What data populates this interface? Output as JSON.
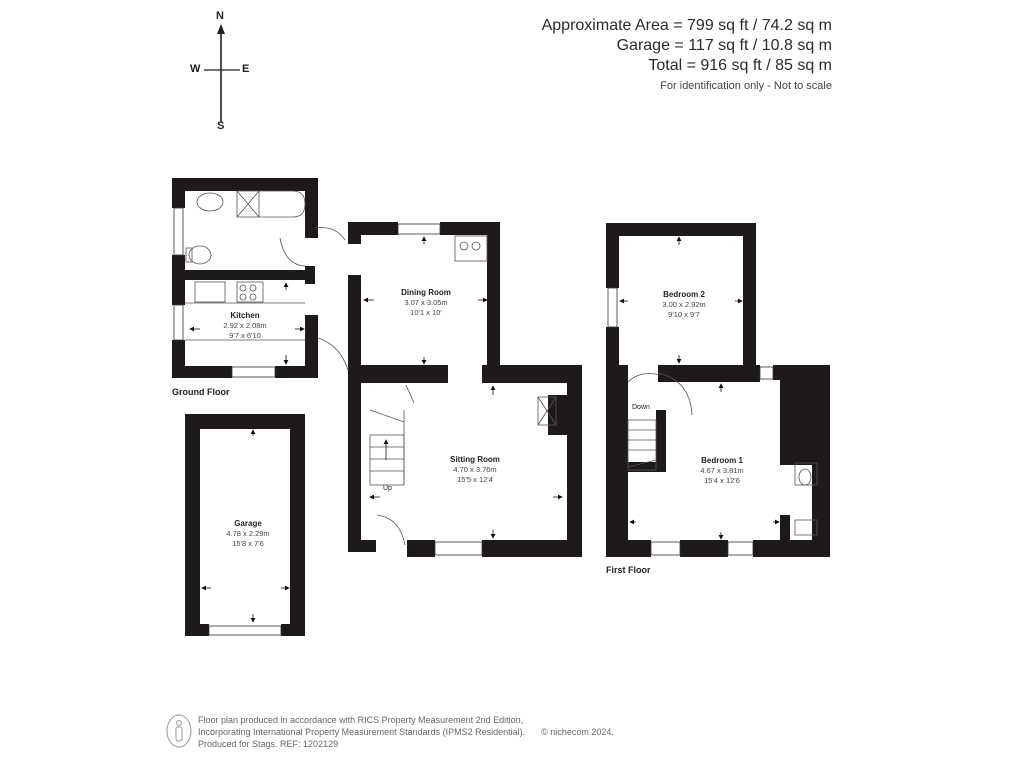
{
  "header": {
    "area_lines": [
      "Approximate Area = 799 sq ft / 74.2 sq m",
      "Garage = 117 sq ft / 10.8 sq m",
      "Total = 916 sq ft / 85 sq m"
    ],
    "note": "For identification only - Not to scale"
  },
  "compass": {
    "n": "N",
    "s": "S",
    "e": "E",
    "w": "W"
  },
  "floors": {
    "ground": "Ground Floor",
    "first": "First Floor"
  },
  "rooms": {
    "kitchen": {
      "name": "Kitchen",
      "metric": "2.92 x 2.08m",
      "imperial": "9'7 x 6'10"
    },
    "dining": {
      "name": "Dining Room",
      "metric": "3.07 x 3.05m",
      "imperial": "10'1 x 10'"
    },
    "sitting": {
      "name": "Sitting Room",
      "metric": "4.70 x 3.76m",
      "imperial": "15'5 x 12'4"
    },
    "garage": {
      "name": "Garage",
      "metric": "4.78 x 2.29m",
      "imperial": "15'8 x 7'6"
    },
    "bedroom2": {
      "name": "Bedroom 2",
      "metric": "3.00 x 2.92m",
      "imperial": "9'10 x 9'7"
    },
    "bedroom1": {
      "name": "Bedroom 1",
      "metric": "4.67 x 3.81m",
      "imperial": "15'4 x 12'6"
    }
  },
  "stairs": {
    "up": "Up",
    "down": "Down"
  },
  "footer": {
    "lines": [
      "Floor plan produced in accordance with RICS Property Measurement 2nd Edition,",
      "Incorporating International Property Measurement Standards (IPMS2 Residential).",
      "Produced for Stags.   REF: 1202129"
    ],
    "copyright": "© nichecom 2024."
  }
}
